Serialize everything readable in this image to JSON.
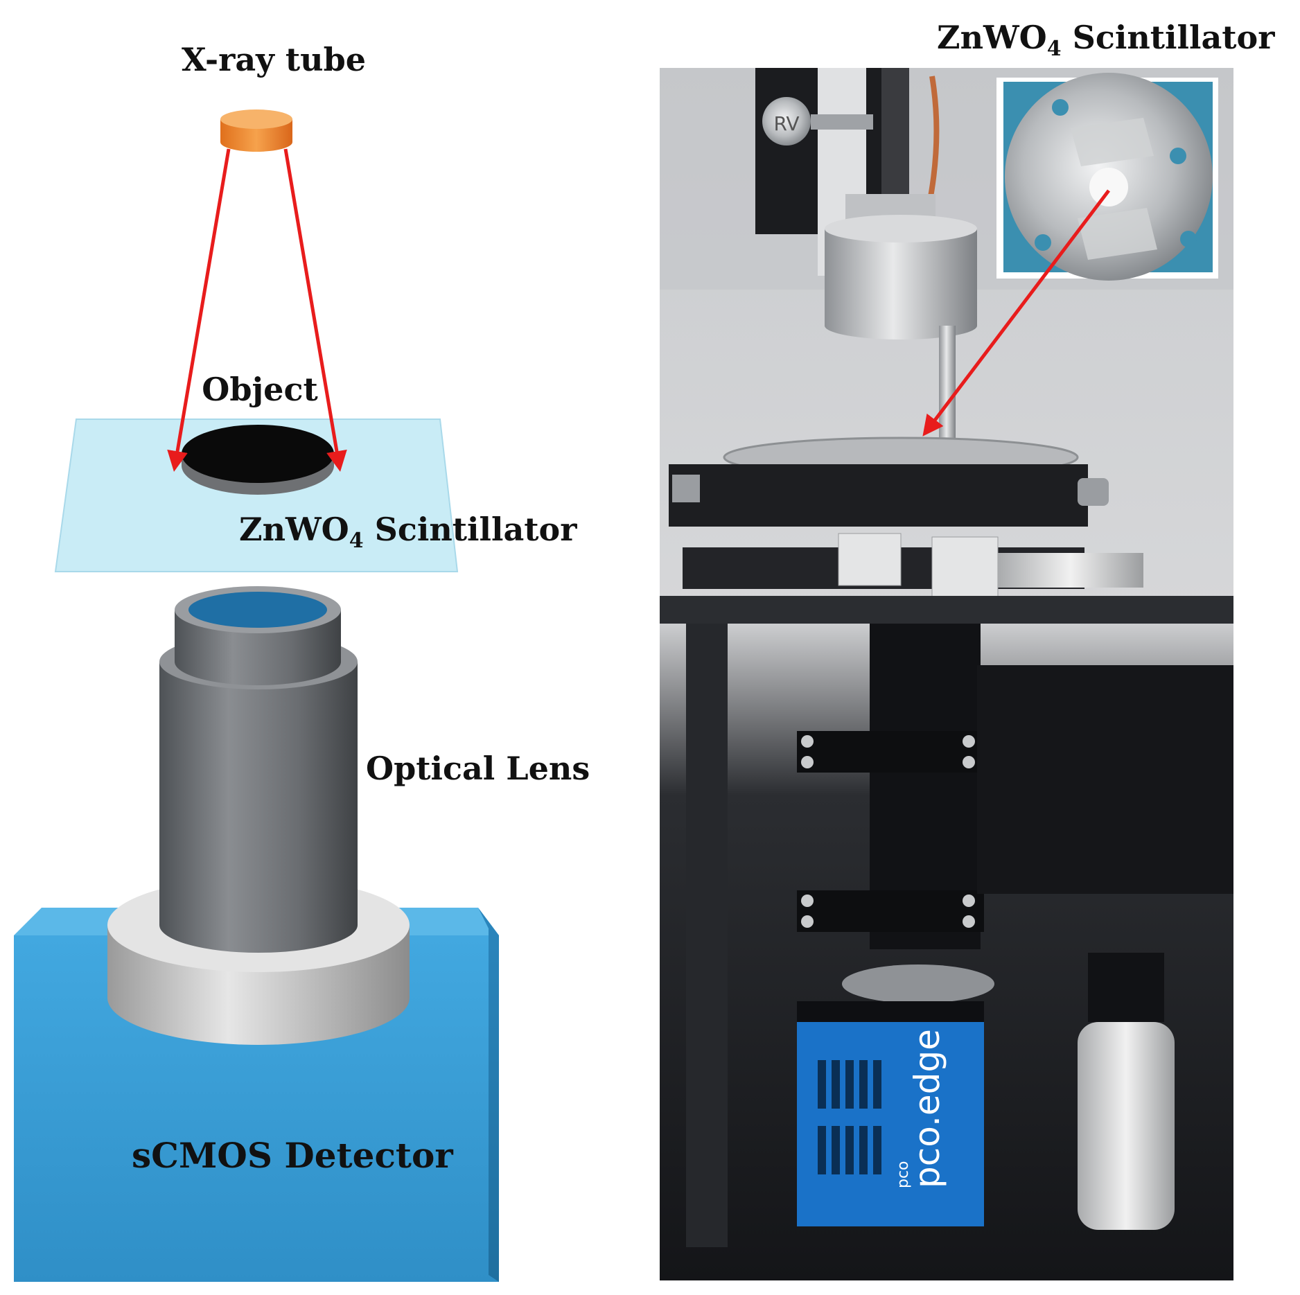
{
  "labels": {
    "xray_tube": "X-ray tube",
    "object": "Object",
    "scint_prefix": "ZnWO",
    "scint_sub": "4",
    "scint_suffix": " Scintillator",
    "optical_lens": "Optical Lens",
    "detector": "sCMOS Detector"
  },
  "photo": {
    "camera_brand": "pco.edge",
    "camera_brand_small": "pco",
    "knob_mark": "RV"
  },
  "colors": {
    "ray": "#e81c1c",
    "tube": "#f0882e",
    "scintillator_plate": "#c9ecf6",
    "detector_box": "#3aa6de",
    "lens_body": "#6b6e72",
    "lens_glass": "#1f6fa5",
    "camera_body": "#1a72c8"
  }
}
